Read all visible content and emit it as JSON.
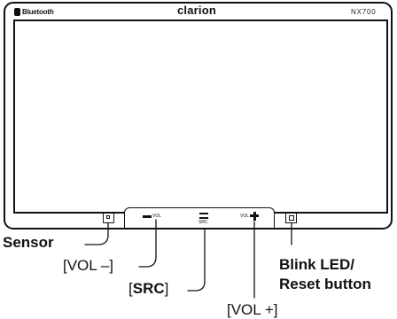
{
  "device": {
    "bluetooth_label": "Bluetooth",
    "brand": "clarion",
    "model": "NX700",
    "panel_vol_minus": "VOL",
    "panel_src": "SRC",
    "panel_vol_plus": "VOL"
  },
  "callouts": {
    "sensor": "Sensor",
    "vol_minus": "[VOL –]",
    "src_prefix": "[",
    "src": "SRC",
    "src_suffix": "]",
    "vol_plus": "[VOL +]",
    "led_line1": "Blink LED/",
    "led_line2": "Reset button"
  }
}
